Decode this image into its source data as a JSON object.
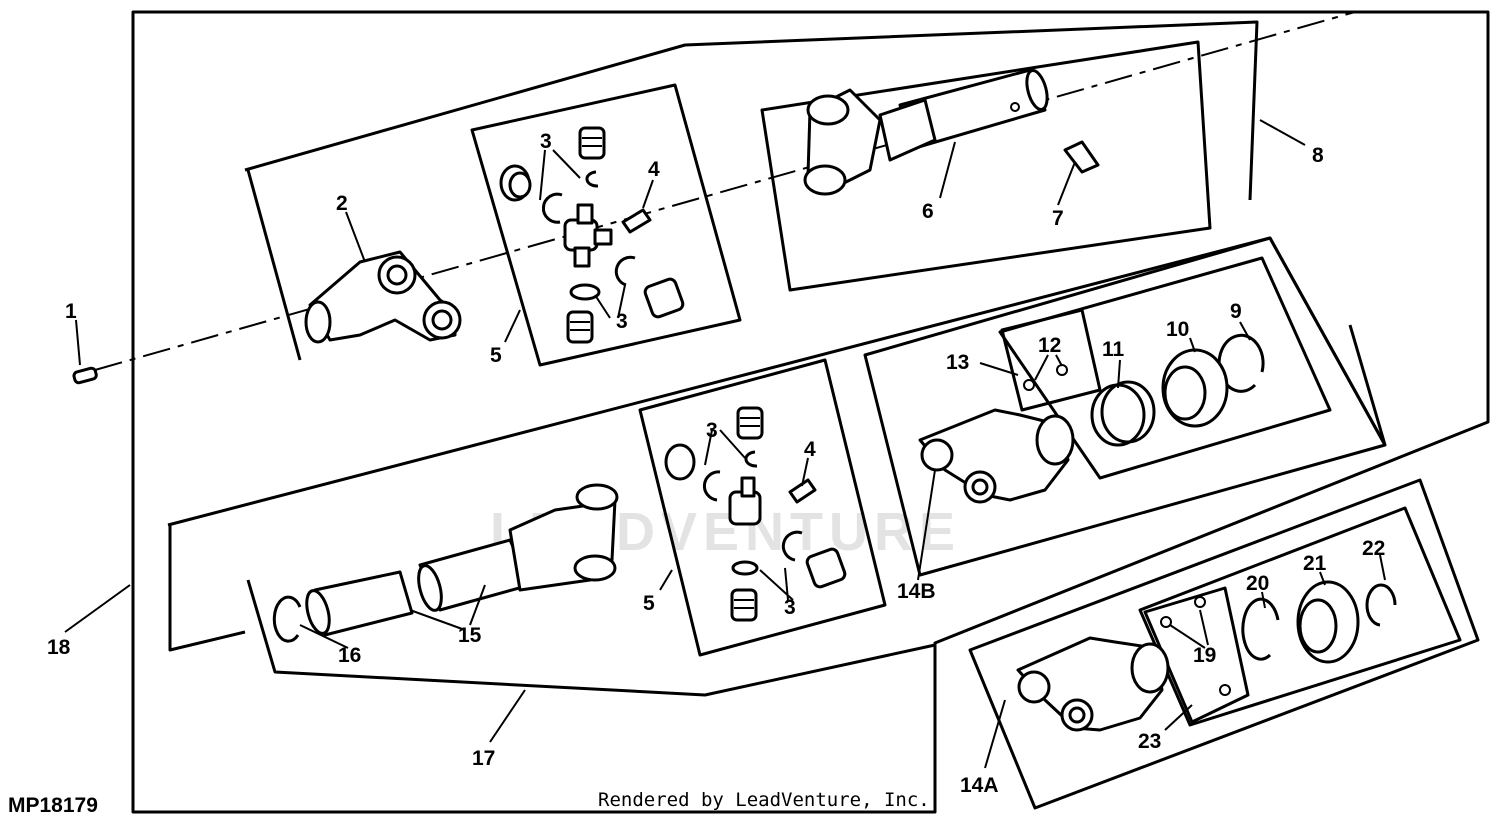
{
  "diagram_id": "MP18179",
  "credit": "Rendered by LeadVenture, Inc.",
  "watermark": "LEADVENTURE",
  "callouts": {
    "c1": "1",
    "c2": "2",
    "c3a": "3",
    "c3b": "3",
    "c3c": "3",
    "c3d": "3",
    "c4a": "4",
    "c4b": "4",
    "c5a": "5",
    "c5b": "5",
    "c6": "6",
    "c7": "7",
    "c8": "8",
    "c9": "9",
    "c10": "10",
    "c11": "11",
    "c12": "12",
    "c13": "13",
    "c14a": "14A",
    "c14b": "14B",
    "c15": "15",
    "c16": "16",
    "c17": "17",
    "c18": "18",
    "c19": "19",
    "c20": "20",
    "c21": "21",
    "c22": "22",
    "c23": "23"
  }
}
